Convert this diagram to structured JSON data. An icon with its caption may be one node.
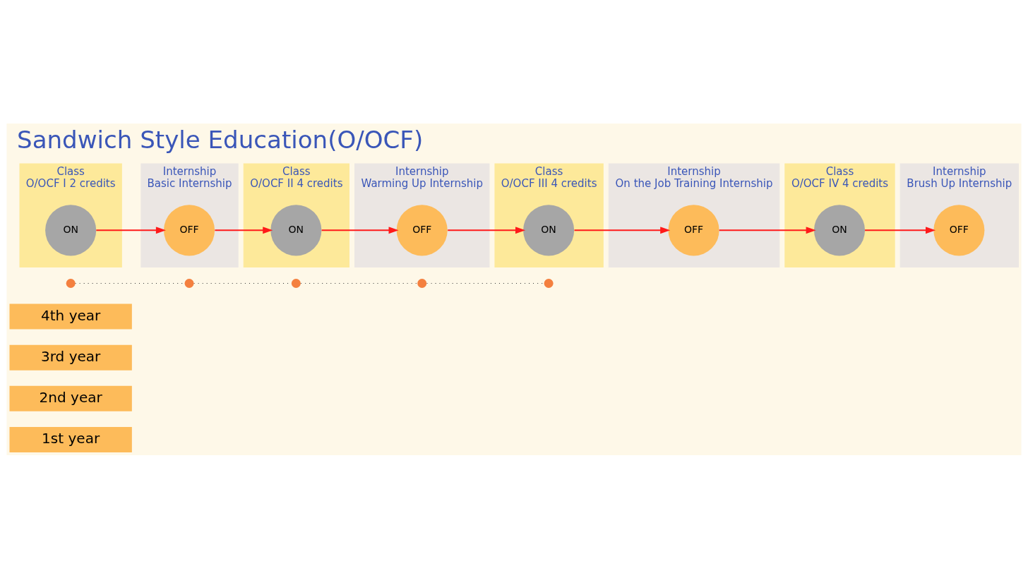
{
  "diagram": {
    "title": "Sandwich Style Education(O/OCF)",
    "nodes": [
      {
        "text": [
          "1st year"
        ]
      },
      {
        "text": [
          "2nd year"
        ]
      },
      {
        "text": [
          "3rd year"
        ]
      },
      {
        "text": [
          "4th year"
        ]
      },
      {
        "text": [],
        "shape": "circle"
      },
      {
        "text": [],
        "shape": "circle"
      },
      {
        "text": [],
        "shape": "circle"
      },
      {
        "text": [],
        "shape": "circle"
      },
      {
        "text": [],
        "shape": "circle"
      },
      {
        "text": [
          "Class",
          "O/OCF I 2 credits"
        ]
      },
      {
        "text": [
          "ON"
        ],
        "in": 9
      },
      {
        "text": [
          "Internship",
          "Basic Internship"
        ]
      },
      {
        "text": [
          "OFF"
        ],
        "in": 11
      },
      {
        "text": [
          "Class",
          "O/OCF II 4 credits"
        ]
      },
      {
        "text": [
          "ON"
        ],
        "in": 13
      },
      {
        "text": [
          "Internship",
          "Warming Up Internship"
        ]
      },
      {
        "text": [
          "OFF"
        ],
        "in": 15
      },
      {
        "text": [
          "Class",
          "O/OCF III 4 credits"
        ]
      },
      {
        "text": [
          "ON"
        ],
        "in": 17
      },
      {
        "text": [
          "Internship",
          "On the Job Training Internship"
        ]
      },
      {
        "text": [
          "OFF"
        ],
        "in": 19
      },
      {
        "text": [
          "Class",
          "O/OCF IV 4 credits"
        ]
      },
      {
        "text": [
          "ON"
        ],
        "in": 21
      },
      {
        "text": [
          "Internship",
          "Brush Up Internship"
        ]
      },
      {
        "text": [
          "OFF"
        ],
        "in": 23
      }
    ],
    "edges": [
      {
        "from": 4,
        "to": 5,
        "arrow": "none",
        "style": "dashed",
        "color": "#333333"
      },
      {
        "from": 5,
        "to": 6,
        "arrow": "none",
        "style": "dashed",
        "color": "#333333"
      },
      {
        "from": 6,
        "to": 7,
        "arrow": "none",
        "style": "dashed",
        "color": "#333333"
      },
      {
        "from": 7,
        "to": 8,
        "arrow": "none",
        "style": "dashed",
        "color": "#333333"
      },
      {
        "from": 10,
        "to": 12,
        "arrow": "to"
      },
      {
        "from": 12,
        "to": 14,
        "arrow": "to"
      },
      {
        "from": 14,
        "to": 16,
        "arrow": "to"
      },
      {
        "from": 16,
        "to": 18,
        "arrow": "to"
      },
      {
        "from": 18,
        "to": 20,
        "arrow": "to"
      },
      {
        "from": 20,
        "to": 22,
        "arrow": "to"
      },
      {
        "from": 22,
        "to": 24,
        "arrow": "to"
      }
    ]
  }
}
